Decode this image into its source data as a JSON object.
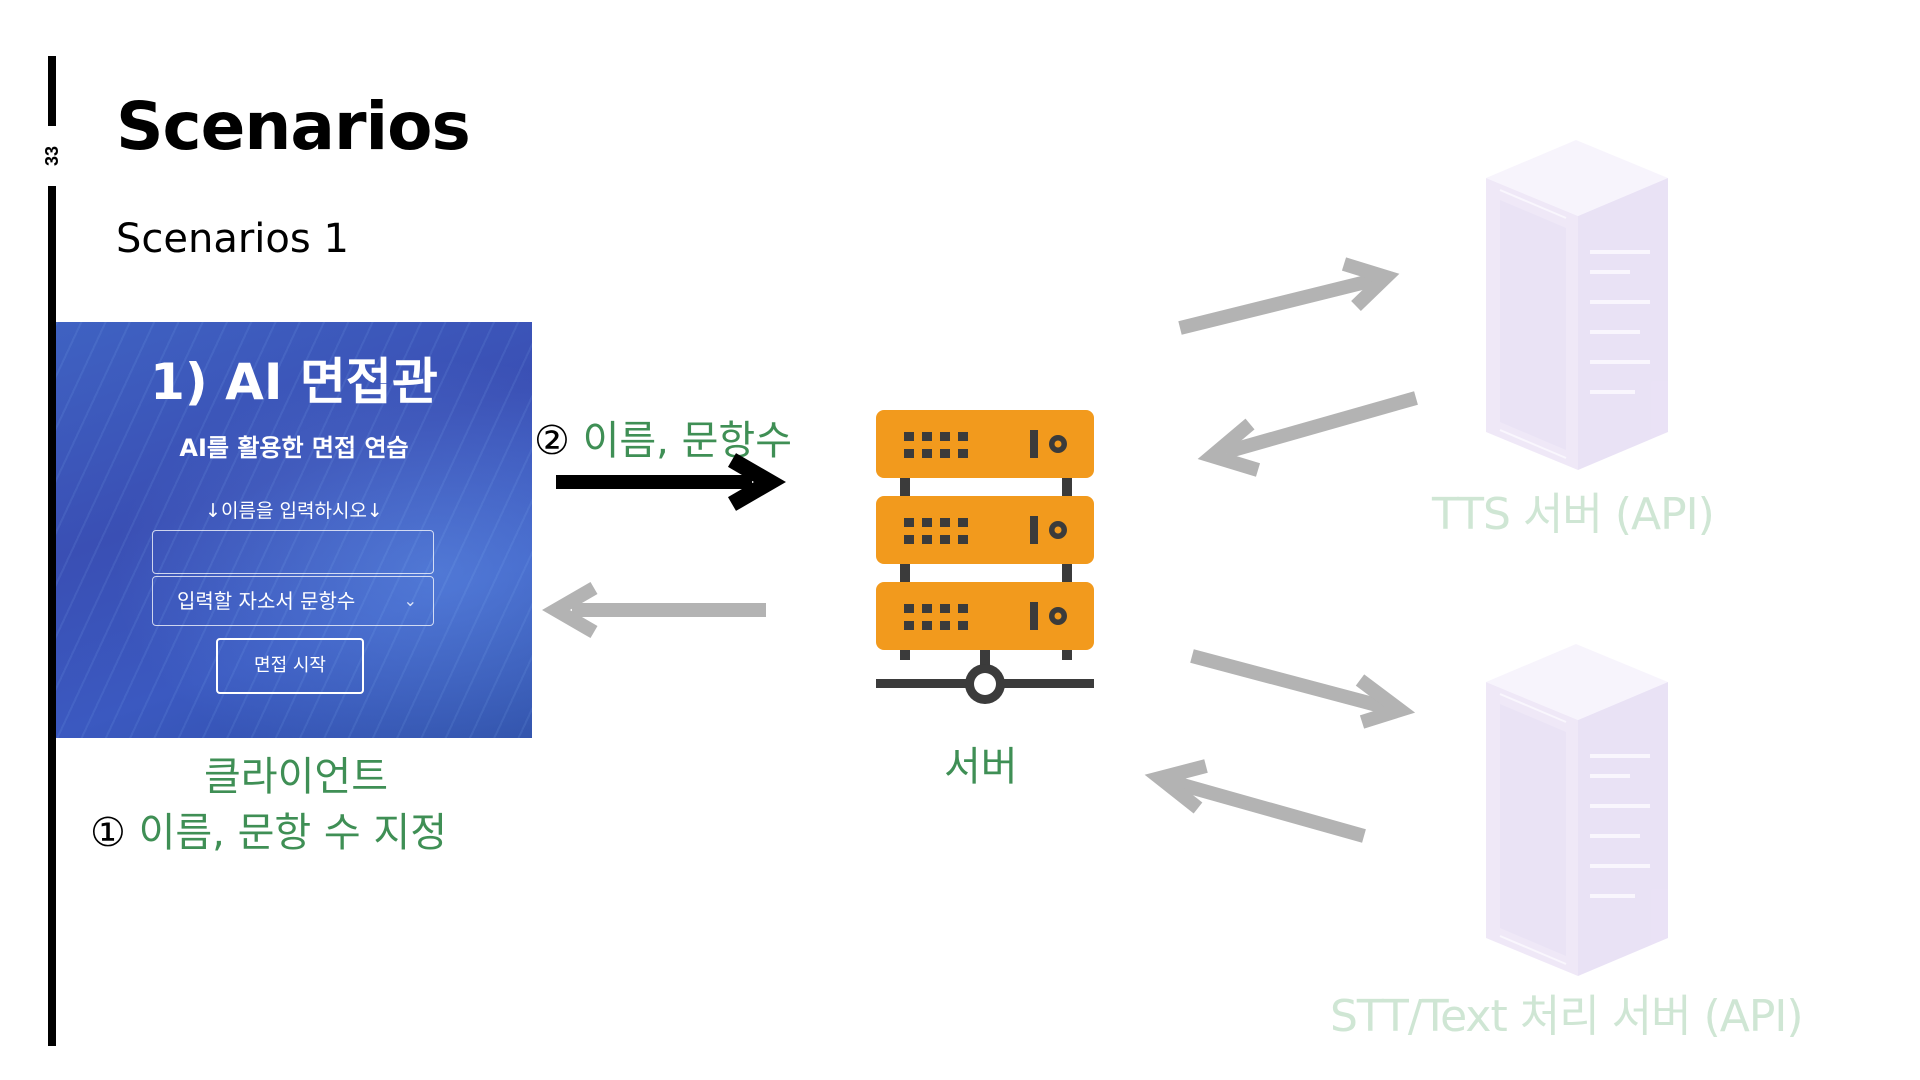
{
  "slide": {
    "number": "33",
    "title": "Scenarios",
    "subtitle": "Scenarios 1"
  },
  "client_screen": {
    "heading": "1) AI 면접관",
    "subheading": "AI를 활용한 면접 연습",
    "name_prompt": "↓이름을 입력하시오↓",
    "name_input_value": "",
    "question_count_select": "입력할 자소서 문항수",
    "start_button": "면접 시작"
  },
  "labels": {
    "client": "클라이언트",
    "step1_marker": "①",
    "step1_text": " 이름, 문항 수 지정",
    "step2_marker": "②",
    "step2_text": " 이름, 문항수",
    "server": "서버",
    "tts_server": "TTS 서버 (API)",
    "stt_server": "STT/Text 처리 서버 (API)"
  },
  "colors": {
    "accent_green": "#3f8f55",
    "server_orange": "#f29a1d",
    "arrow_gray": "#b3b3b3",
    "faint_server": "#e2d8f2"
  },
  "icons": {
    "server": "server-rack-icon",
    "remote_server": "server-tower-icon"
  }
}
